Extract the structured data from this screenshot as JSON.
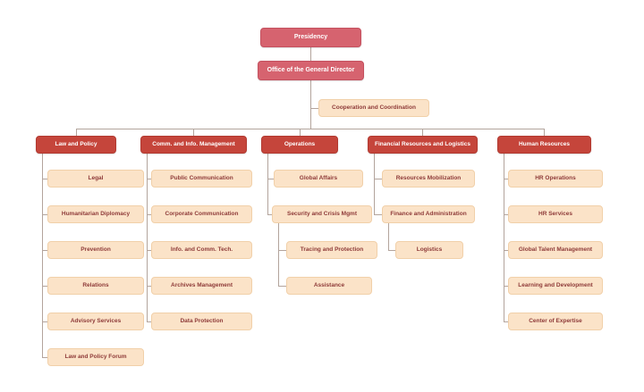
{
  "org_chart": {
    "presidency": {
      "label": "Presidency"
    },
    "general_director": {
      "label": "Office of the General Director"
    },
    "coordination": {
      "label": "Cooperation and Coordination"
    },
    "departments": [
      {
        "label": "Law and Policy",
        "units": [
          {
            "label": "Legal"
          },
          {
            "label": "Humanitarian Diplomacy"
          },
          {
            "label": "Prevention"
          },
          {
            "label": "Relations"
          },
          {
            "label": "Advisory Services"
          },
          {
            "label": "Law and Policy Forum"
          }
        ]
      },
      {
        "label": "Comm. and Info. Management",
        "units": [
          {
            "label": "Public Communication"
          },
          {
            "label": "Corporate Communication"
          },
          {
            "label": "Info. and Comm. Tech."
          },
          {
            "label": "Archives Management"
          },
          {
            "label": "Data Protection"
          }
        ]
      },
      {
        "label": "Operations",
        "units": [
          {
            "label": "Global Affairs"
          },
          {
            "label": "Security and Crisis Mgmt",
            "children": [
              {
                "label": "Tracing and Protection"
              },
              {
                "label": "Assistance"
              }
            ]
          }
        ]
      },
      {
        "label": "Financial Resources and Logistics",
        "units": [
          {
            "label": "Resources Mobilization"
          },
          {
            "label": "Finance and Administration",
            "children": [
              {
                "label": "Logistics"
              }
            ]
          }
        ]
      },
      {
        "label": "Human Resources",
        "units": [
          {
            "label": "HR Operations"
          },
          {
            "label": "HR Services"
          },
          {
            "label": "Global Talent Management"
          },
          {
            "label": "Learning and Development"
          },
          {
            "label": "Center of Expertise"
          }
        ]
      }
    ]
  },
  "colors": {
    "rose_node": "#d6636f",
    "department_node": "#c5453b",
    "unit_node": "#fbe3c8",
    "unit_text": "#8e3a38",
    "connector": "#b3a49c"
  }
}
